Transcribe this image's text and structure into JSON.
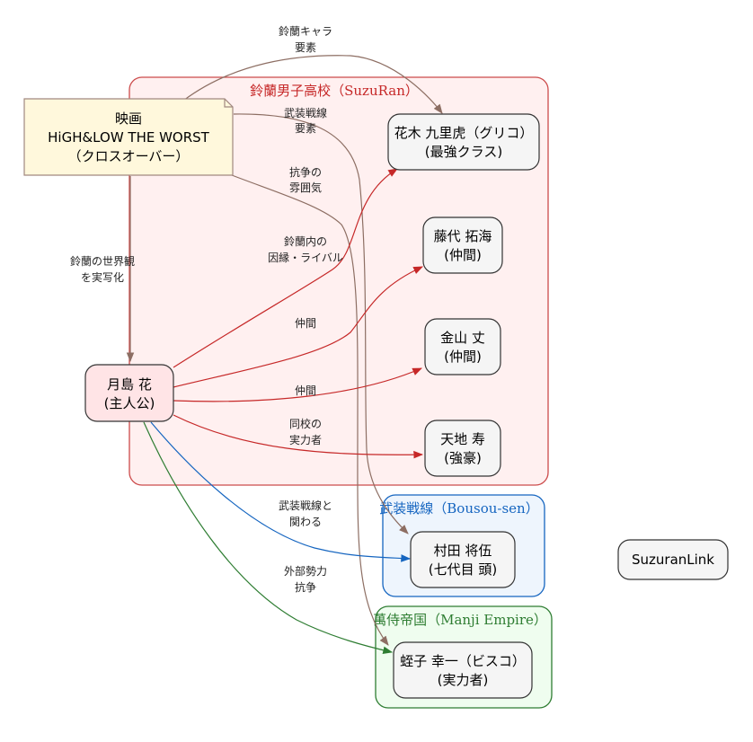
{
  "colors": {
    "suzuran_fill": "#fff0f0",
    "suzuran_border": "#cc4b4b",
    "suzuran_label": "#c62828",
    "bousou_fill": "#eef5fd",
    "bousou_border": "#1565c0",
    "bousou_label": "#1565c0",
    "manji_fill": "#effdef",
    "manji_border": "#2e7d32",
    "manji_label": "#2e7d32",
    "note_fill": "#fff8dc",
    "note_border": "#a1887f",
    "node_fill": "#f5f5f5",
    "hana_fill": "#ffe4e6",
    "red_edge": "#c62828",
    "blue_edge": "#1565c0",
    "green_edge": "#2e7d32",
    "brown_edge": "#8d6e63"
  },
  "clusters": {
    "suzuran": "鈴蘭男子高校（SuzuRan）",
    "bousou": "武装戦線（Bousou-sen）",
    "manji": "萬侍帝国（Manji Empire）"
  },
  "nodes": {
    "movie": [
      "映画",
      "HiGH&LOW THE WORST",
      "（クロスオーバー）"
    ],
    "hana": [
      "月島 花",
      "(主人公)"
    ],
    "guriko": [
      "花木 九里虎（グリコ）",
      "(最強クラス)"
    ],
    "fujishiro": [
      "藤代 拓海",
      "(仲間)"
    ],
    "kanayama": [
      "金山 丈",
      "(仲間)"
    ],
    "amachi": [
      "天地 寿",
      "(強豪)"
    ],
    "murata": [
      "村田 将伍",
      "(七代目 頭)"
    ],
    "ebisu": [
      "蛭子 幸一（ビスコ）",
      "(実力者)"
    ],
    "link": [
      "SuzuranLink"
    ]
  },
  "edges": {
    "movie_guriko": [
      "鈴蘭キャラ",
      "要素"
    ],
    "movie_murata": [
      "武装戦線",
      "要素"
    ],
    "movie_ebisu": [
      "抗争の",
      "雰囲気"
    ],
    "movie_hana": [
      "鈴蘭の世界観",
      "を実写化"
    ],
    "hana_guriko": [
      "鈴蘭内の",
      "因縁・ライバル"
    ],
    "hana_fujishiro": [
      "仲間"
    ],
    "hana_kanayama": [
      "仲間"
    ],
    "hana_amachi": [
      "同校の",
      "実力者"
    ],
    "hana_murata": [
      "武装戦線と",
      "関わる"
    ],
    "hana_ebisu": [
      "外部勢力",
      "抗争"
    ]
  }
}
